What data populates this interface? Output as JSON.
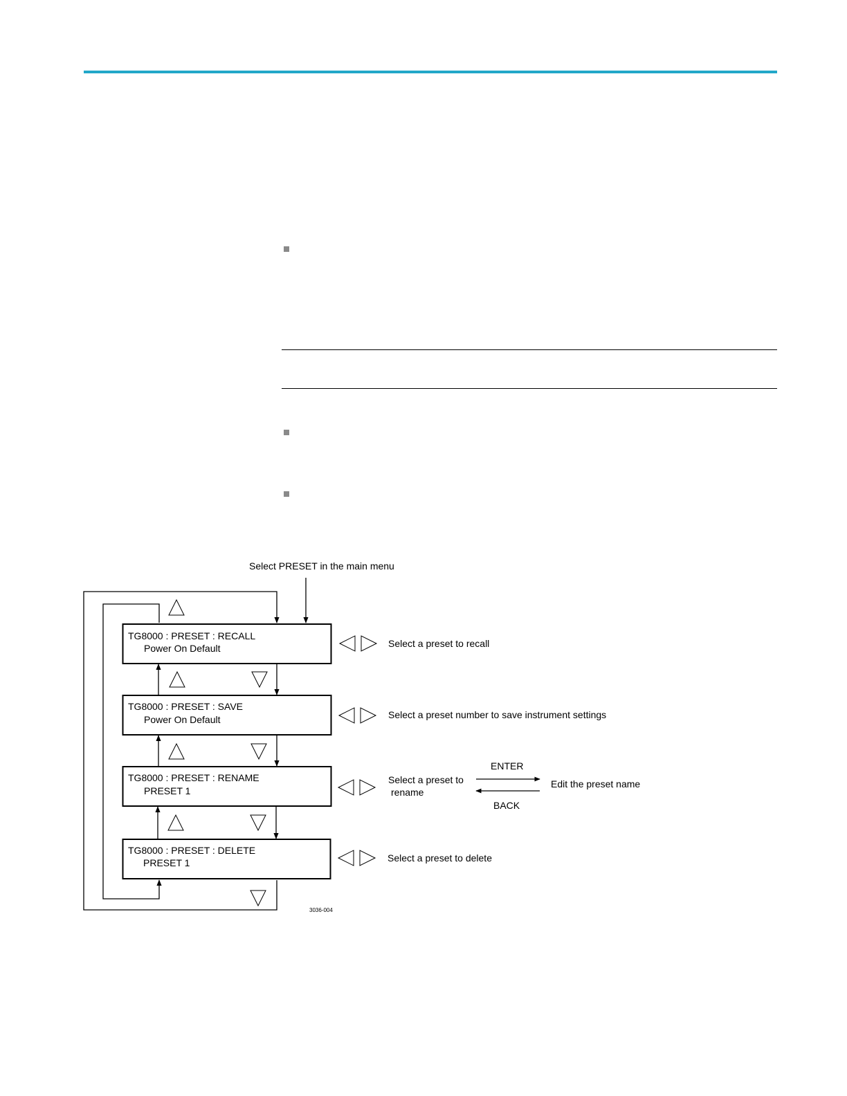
{
  "page": {
    "accent_color": "#22a7c9",
    "bullet_color": "#8a8a8a"
  },
  "diagram": {
    "entry_label": "Select PRESET in the main menu",
    "screens": [
      {
        "line1": "TG8000 : PRESET : RECALL",
        "line2": "Power On Default",
        "action": [
          "Select a preset to recall"
        ]
      },
      {
        "line1": "TG8000 : PRESET : SAVE",
        "line2": "Power On Default",
        "action": [
          "Select a preset number to save instrument settings"
        ]
      },
      {
        "line1": "TG8000 : PRESET : RENAME",
        "line2": "PRESET 1",
        "action": [
          "Select a preset to",
          "rename"
        ]
      },
      {
        "line1": "TG8000 : PRESET : DELETE",
        "line2": "PRESET 1",
        "action": [
          "Select  a preset to delete"
        ]
      }
    ],
    "rename_flow": {
      "enter_label": "ENTER",
      "back_label": "BACK",
      "result_label": "Edit the preset name"
    },
    "figure_id": "3036-004",
    "icons": {
      "up": "up-triangle-icon",
      "down": "down-triangle-icon",
      "left": "left-triangle-icon",
      "right": "right-triangle-icon"
    }
  }
}
